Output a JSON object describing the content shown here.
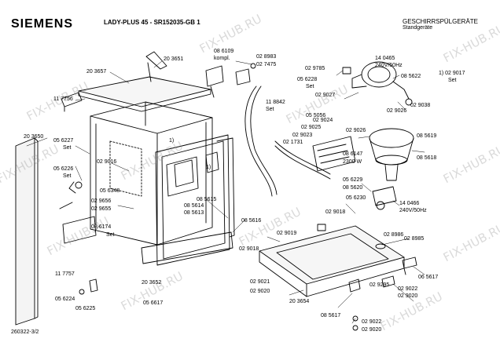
{
  "header": {
    "brand": "SIEMENS",
    "model": "LADY-PLUS 45 -  SR152035-GB  1",
    "category": "GESCHIRRSPÜLGERÄTE",
    "subcategory": "Standgeräte"
  },
  "footer": {
    "doc_number": "260322-3/2"
  },
  "watermark": "FIX-HUB.RU",
  "parts": [
    {
      "id": "p1",
      "text": "08 6109"
    },
    {
      "id": "p2",
      "text": "kompl."
    },
    {
      "id": "p3",
      "text": "02 8983"
    },
    {
      "id": "p4",
      "text": "02 7475"
    },
    {
      "id": "p5",
      "text": "20 3651"
    },
    {
      "id": "p6",
      "text": "20 3657"
    },
    {
      "id": "p7",
      "text": "11 7756"
    },
    {
      "id": "p8",
      "text": "20 3650"
    },
    {
      "id": "p9",
      "text": "05 6227"
    },
    {
      "id": "p10",
      "text": "Set"
    },
    {
      "id": "p11",
      "text": "05 6226"
    },
    {
      "id": "p12",
      "text": "Set"
    },
    {
      "id": "p13",
      "text": "02 9016"
    },
    {
      "id": "p14",
      "text": "1)"
    },
    {
      "id": "p15",
      "text": "05 6348"
    },
    {
      "id": "p16",
      "text": "02 9656"
    },
    {
      "id": "p17",
      "text": "02 9655"
    },
    {
      "id": "p18",
      "text": "08 6174"
    },
    {
      "id": "p19",
      "text": "Set"
    },
    {
      "id": "p20",
      "text": "11 7757"
    },
    {
      "id": "p21",
      "text": "05 6224"
    },
    {
      "id": "p22",
      "text": "05 6225"
    },
    {
      "id": "p23",
      "text": "20 3652"
    },
    {
      "id": "p24",
      "text": "05 6617"
    },
    {
      "id": "p25",
      "text": "08 5615"
    },
    {
      "id": "p26",
      "text": "08 5614"
    },
    {
      "id": "p27",
      "text": "08 5613"
    },
    {
      "id": "p28",
      "text": "08 5616"
    },
    {
      "id": "p29",
      "text": "1)"
    },
    {
      "id": "p30",
      "text": "02 9785"
    },
    {
      "id": "p31",
      "text": "05 6228"
    },
    {
      "id": "p32",
      "text": "Set"
    },
    {
      "id": "p33",
      "text": "11 8842"
    },
    {
      "id": "p34",
      "text": "Set"
    },
    {
      "id": "p35",
      "text": "14 0465"
    },
    {
      "id": "p36",
      "text": "240V/50Hz"
    },
    {
      "id": "p37",
      "text": "08 5622"
    },
    {
      "id": "p38",
      "text": "1) 02 9017"
    },
    {
      "id": "p39",
      "text": "Set"
    },
    {
      "id": "p40",
      "text": "02 9027"
    },
    {
      "id": "p41",
      "text": "05 5056"
    },
    {
      "id": "p42",
      "text": "02 9026"
    },
    {
      "id": "p43",
      "text": "02 9038"
    },
    {
      "id": "p44",
      "text": "02 9024"
    },
    {
      "id": "p45",
      "text": "02 9025"
    },
    {
      "id": "p46",
      "text": "02 9023"
    },
    {
      "id": "p47",
      "text": "02 1731"
    },
    {
      "id": "p48",
      "text": "02 9026"
    },
    {
      "id": "p49",
      "text": "08 5619"
    },
    {
      "id": "p50",
      "text": "08 6147"
    },
    {
      "id": "p51",
      "text": "2300 W"
    },
    {
      "id": "p52",
      "text": "08 5618"
    },
    {
      "id": "p53",
      "text": "05 6229"
    },
    {
      "id": "p54",
      "text": "08 5620"
    },
    {
      "id": "p55",
      "text": "05 6230"
    },
    {
      "id": "p56",
      "text": "14 0466"
    },
    {
      "id": "p57",
      "text": "240V/50Hz"
    },
    {
      "id": "p58",
      "text": "02 9018"
    },
    {
      "id": "p59",
      "text": "02 9019"
    },
    {
      "id": "p60",
      "text": "02 8986"
    },
    {
      "id": "p61",
      "text": "02 8985"
    },
    {
      "id": "p62",
      "text": "02 9018"
    },
    {
      "id": "p63",
      "text": "06 5617"
    },
    {
      "id": "p64",
      "text": "02 9021"
    },
    {
      "id": "p65",
      "text": "02 9020"
    },
    {
      "id": "p66",
      "text": "02 9295"
    },
    {
      "id": "p67",
      "text": "02 9022"
    },
    {
      "id": "p68",
      "text": "02 9020"
    },
    {
      "id": "p69",
      "text": "20 3654"
    },
    {
      "id": "p70",
      "text": "08 5617"
    },
    {
      "id": "p71",
      "text": "02 9022"
    },
    {
      "id": "p72",
      "text": "02 9020"
    }
  ]
}
